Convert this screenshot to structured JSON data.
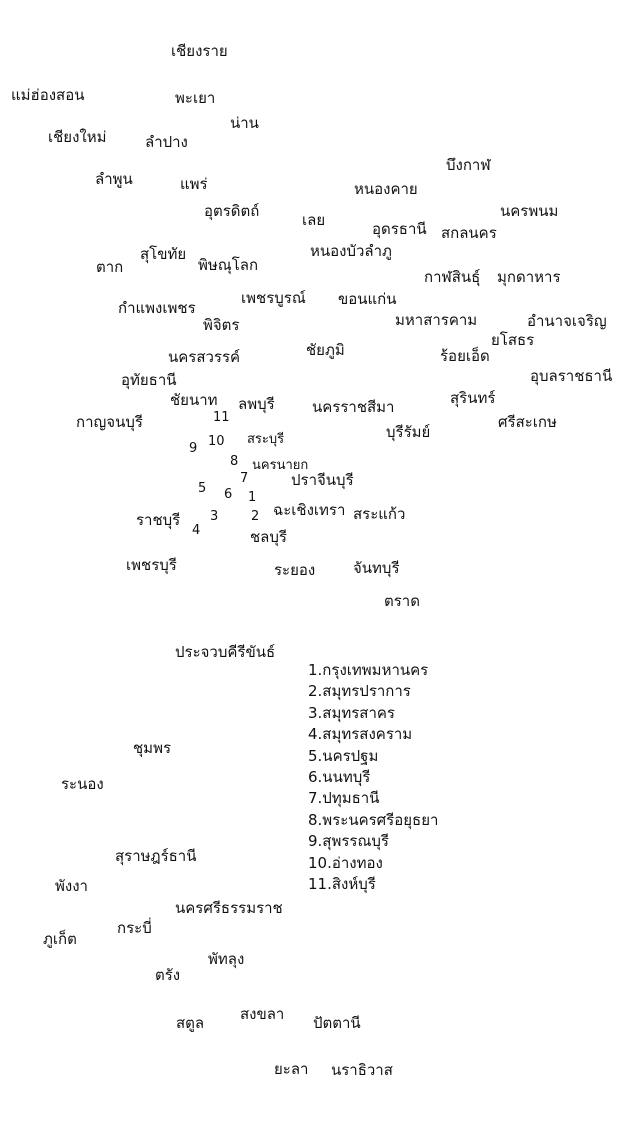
{
  "provinces": [
    {
      "id": "chiang-rai",
      "name": "เชียงราย"
    },
    {
      "id": "mae-hong-son",
      "name": "แม่ฮ่องสอน"
    },
    {
      "id": "phayao",
      "name": "พะเยา"
    },
    {
      "id": "nan",
      "name": "น่าน"
    },
    {
      "id": "chiang-mai",
      "name": "เชียงใหม่"
    },
    {
      "id": "lampang",
      "name": "ลำปาง"
    },
    {
      "id": "bueng-kan",
      "name": "บึงกาฬ"
    },
    {
      "id": "lamphun",
      "name": "ลำพูน"
    },
    {
      "id": "phrae",
      "name": "แพร่"
    },
    {
      "id": "nong-khai",
      "name": "หนองคาย"
    },
    {
      "id": "uttaradit",
      "name": "อุตรดิตถ์"
    },
    {
      "id": "loei",
      "name": "เลย"
    },
    {
      "id": "udon-thani",
      "name": "อุดรธานี"
    },
    {
      "id": "nakhon-phanom",
      "name": "นครพนม"
    },
    {
      "id": "sakon-nakhon",
      "name": "สกลนคร"
    },
    {
      "id": "sukhothai",
      "name": "สุโขทัย"
    },
    {
      "id": "tak",
      "name": "ตาก"
    },
    {
      "id": "phitsanulok",
      "name": "พิษณุโลก"
    },
    {
      "id": "nong-bua-lamphu",
      "name": "หนองบัวลำภู"
    },
    {
      "id": "kalasin",
      "name": "กาฬสินธุ์"
    },
    {
      "id": "mukdahan",
      "name": "มุกดาหาร"
    },
    {
      "id": "kamphaeng-phet",
      "name": "กำแพงเพชร"
    },
    {
      "id": "phetchabun",
      "name": "เพชรบูรณ์"
    },
    {
      "id": "khon-kaen",
      "name": "ขอนแก่น"
    },
    {
      "id": "phichit",
      "name": "พิจิตร"
    },
    {
      "id": "maha-sarakham",
      "name": "มหาสารคาม"
    },
    {
      "id": "amnat-charoen",
      "name": "อำนาจเจริญ"
    },
    {
      "id": "yasothon",
      "name": "ยโสธร"
    },
    {
      "id": "nakhon-sawan",
      "name": "นครสวรรค์"
    },
    {
      "id": "chaiyaphum",
      "name": "ชัยภูมิ"
    },
    {
      "id": "roi-et",
      "name": "ร้อยเอ็ด"
    },
    {
      "id": "uthai-thani",
      "name": "อุทัยธานี"
    },
    {
      "id": "ubon-ratchathani",
      "name": "อุบลราชธานี"
    },
    {
      "id": "chai-nat",
      "name": "ชัยนาท"
    },
    {
      "id": "lopburi",
      "name": "ลพบุรี"
    },
    {
      "id": "nakhon-ratchasima",
      "name": "นครราชสีมา"
    },
    {
      "id": "surin",
      "name": "สุรินทร์"
    },
    {
      "id": "si-sa-ket",
      "name": "ศรีสะเกษ"
    },
    {
      "id": "buriram",
      "name": "บุรีรัมย์"
    },
    {
      "id": "kanchanaburi",
      "name": "กาญจนบุรี"
    },
    {
      "id": "saraburi",
      "name": "สระบุรี"
    },
    {
      "id": "nakhon-nayok",
      "name": "นครนายก"
    },
    {
      "id": "prachinburi",
      "name": "ปราจีนบุรี"
    },
    {
      "id": "ratchaburi",
      "name": "ราชบุรี"
    },
    {
      "id": "chachoengsao",
      "name": "ฉะเชิงเทรา"
    },
    {
      "id": "sa-kaeo",
      "name": "สระแก้ว"
    },
    {
      "id": "chonburi",
      "name": "ชลบุรี"
    },
    {
      "id": "phetchaburi",
      "name": "เพชรบุรี"
    },
    {
      "id": "rayong",
      "name": "ระยอง"
    },
    {
      "id": "chanthaburi",
      "name": "จันทบุรี"
    },
    {
      "id": "trat",
      "name": "ตราด"
    },
    {
      "id": "prachuap-khiri-khan",
      "name": "ประจวบคีรีขันธ์"
    },
    {
      "id": "chumphon",
      "name": "ชุมพร"
    },
    {
      "id": "ranong",
      "name": "ระนอง"
    },
    {
      "id": "surat-thani",
      "name": "สุราษฎร์ธานี"
    },
    {
      "id": "phang-nga",
      "name": "พังงา"
    },
    {
      "id": "nakhon-si-thammarat",
      "name": "นครศรีธรรมราช"
    },
    {
      "id": "krabi",
      "name": "กระบี่"
    },
    {
      "id": "phuket",
      "name": "ภูเก็ต"
    },
    {
      "id": "phatthalung",
      "name": "พัทลุง"
    },
    {
      "id": "trang",
      "name": "ตรัง"
    },
    {
      "id": "satun",
      "name": "สตูล"
    },
    {
      "id": "songkhla",
      "name": "สงขลา"
    },
    {
      "id": "pattani",
      "name": "ปัตตานี"
    },
    {
      "id": "yala",
      "name": "ยะลา"
    },
    {
      "id": "narathiwat",
      "name": "นราธิวาส"
    }
  ],
  "numbers": [
    "1",
    "2",
    "3",
    "4",
    "5",
    "6",
    "7",
    "8",
    "9",
    "10",
    "11"
  ],
  "legend": [
    "1.กรุงเทพมหานคร",
    "2.สมุทรปราการ",
    "3.สมุทรสาคร",
    "4.สมุทรสงคราม",
    "5.นครปฐม",
    "6.นนทบุรี",
    "7.ปทุมธานี",
    "8.พระนครศรีอยุธยา",
    "9.สุพรรณบุรี",
    "10.อ่างทอง",
    "11.สิงห์บุรี"
  ]
}
